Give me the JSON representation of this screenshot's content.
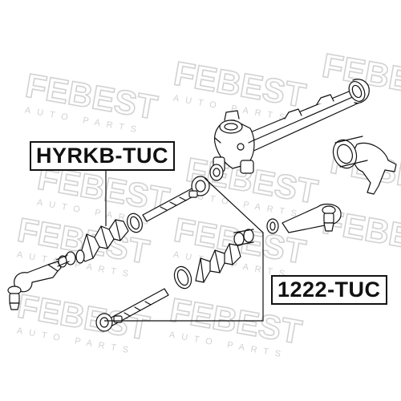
{
  "callouts": {
    "left_part_number": "HYRKB-TUC",
    "right_part_number": "1222-TUC"
  },
  "watermark": {
    "brand": "FEBEST",
    "tagline": "AUTO PARTS"
  },
  "colors": {
    "line": "#111111",
    "watermark": "#cfcfcf"
  }
}
